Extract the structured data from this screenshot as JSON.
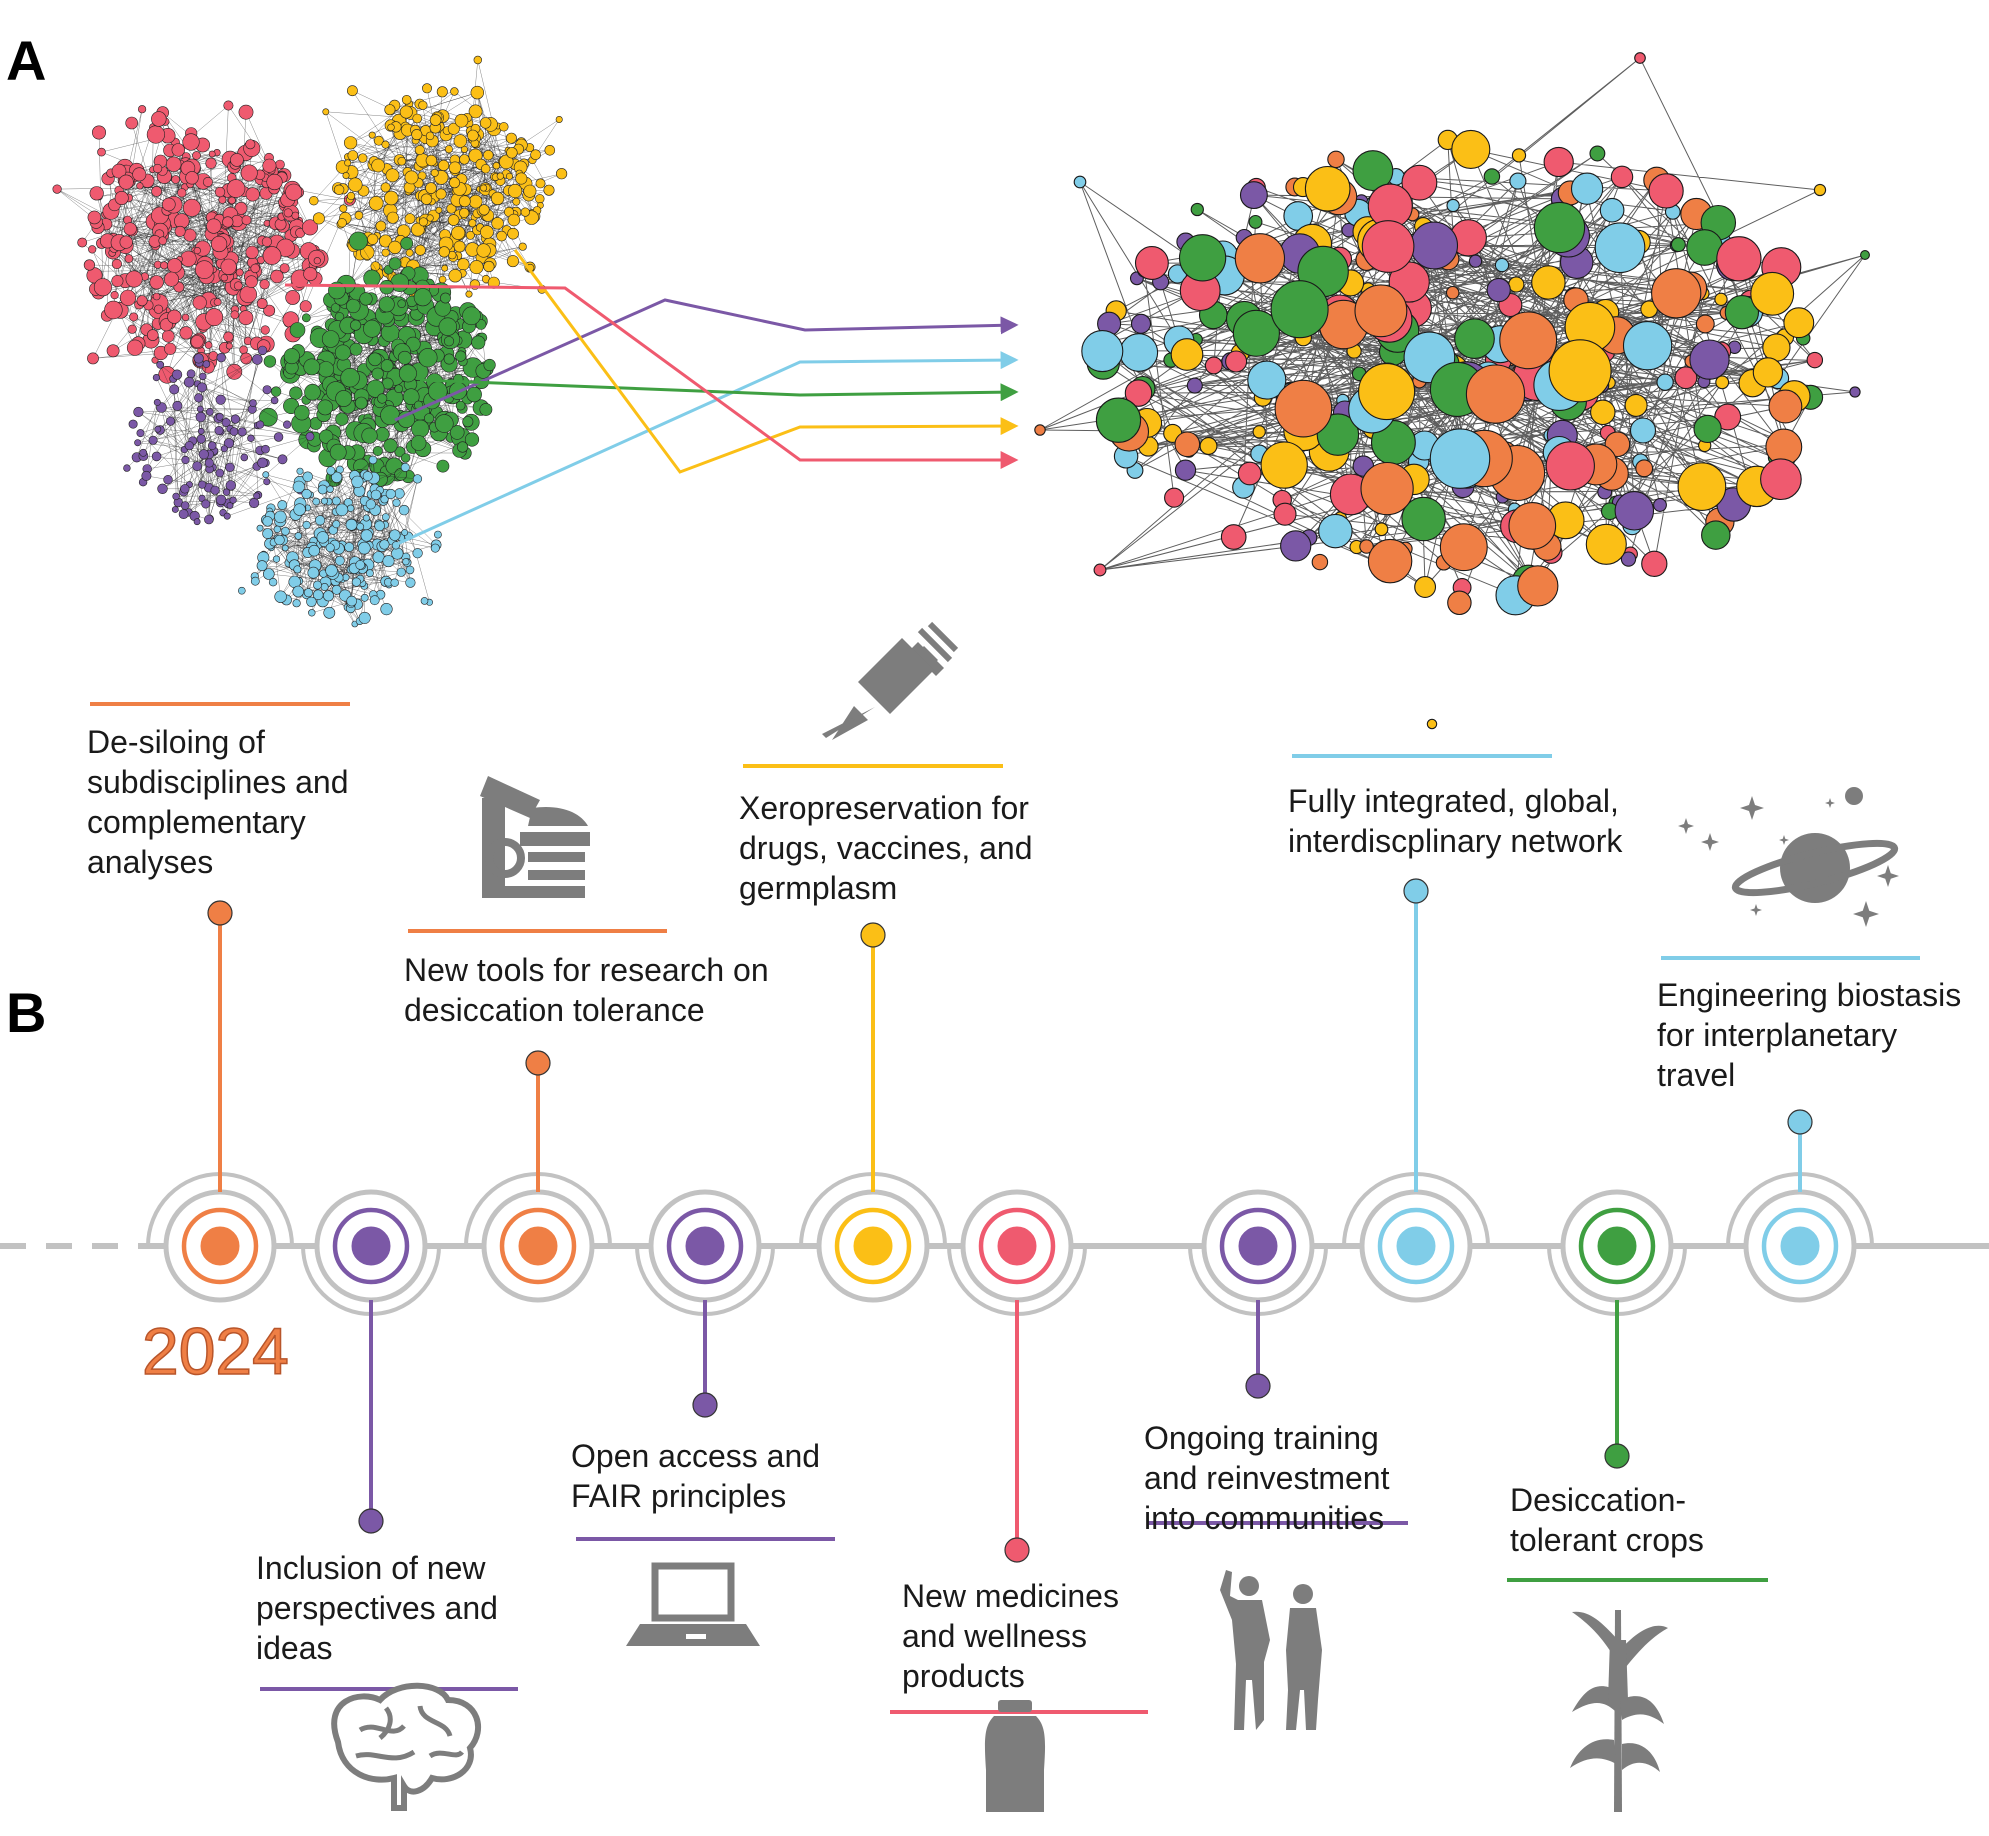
{
  "panels": {
    "a": "A",
    "b": "B"
  },
  "colors": {
    "pink": "#ef5a6f",
    "yellow": "#fbbf16",
    "green": "#3f9f41",
    "purple": "#7b58a6",
    "blue": "#80cde8",
    "orange": "#ef7f45",
    "gray": "#c2c2c2",
    "icon": "#7d7d7d"
  },
  "network_a": {
    "clusters": [
      "pink",
      "yellow",
      "green",
      "purple",
      "blue"
    ],
    "arrow_order": [
      "purple",
      "blue",
      "green",
      "yellow",
      "pink"
    ]
  },
  "timeline": {
    "start_year": "2024",
    "milestones": [
      {
        "key": "desiloing",
        "color": "orange",
        "side": "up",
        "label": "De-siloing of\nsubdisciplines and\ncomplementary\nanalyses",
        "icon": ""
      },
      {
        "key": "inclusion",
        "color": "purple",
        "side": "down",
        "label": "Inclusion of new\nperspectives and\nideas",
        "icon": "brain-icon"
      },
      {
        "key": "tools",
        "color": "orange",
        "side": "up",
        "label": "New tools for research on\ndesiccation tolerance",
        "icon": "microscope-icon"
      },
      {
        "key": "open-access",
        "color": "purple",
        "side": "down",
        "label": "Open access and\nFAIR principles",
        "icon": "laptop-icon"
      },
      {
        "key": "xeropreservation",
        "color": "yellow",
        "side": "up",
        "label": "Xeropreservation for\ndrugs, vaccines, and\ngermplasm",
        "icon": "syringe-icon"
      },
      {
        "key": "medicines",
        "color": "pink",
        "side": "down",
        "label": "New medicines\nand wellness\nproducts",
        "icon": "jar-icon"
      },
      {
        "key": "training",
        "color": "purple",
        "side": "down",
        "label": "Ongoing training\nand reinvestment\ninto communities",
        "icon": "people-icon"
      },
      {
        "key": "network",
        "color": "blue",
        "side": "up",
        "label": "Fully integrated, global,\ninterdiscplinary network",
        "icon": ""
      },
      {
        "key": "crops",
        "color": "green",
        "side": "down",
        "label": "Desiccation-\ntolerant crops",
        "icon": "corn-plant-icon"
      },
      {
        "key": "biostasis",
        "color": "blue",
        "side": "up",
        "label": "Engineering biostasis\nfor interplanetary\ntravel",
        "icon": "planet-icon"
      }
    ]
  }
}
